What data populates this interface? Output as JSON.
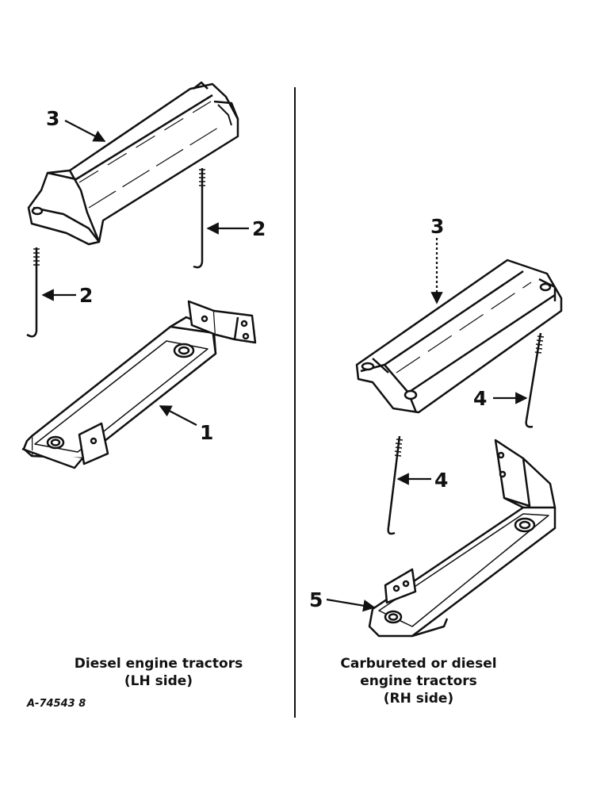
{
  "callouts": {
    "lh_cover": "3",
    "lh_rod_right": "2",
    "lh_rod_left": "2",
    "lh_tray": "1",
    "rh_cover": "3",
    "rh_rod_right": "4",
    "rh_rod_left": "4",
    "rh_tray": "5"
  },
  "captions": {
    "left": "Diesel engine tractors\n(LH side)",
    "right": "Carbureted or diesel\nengine tractors\n(RH side)"
  },
  "figure_number": "A-74543 8",
  "colors": {
    "ink": "#111111",
    "paper": "#ffffff"
  }
}
